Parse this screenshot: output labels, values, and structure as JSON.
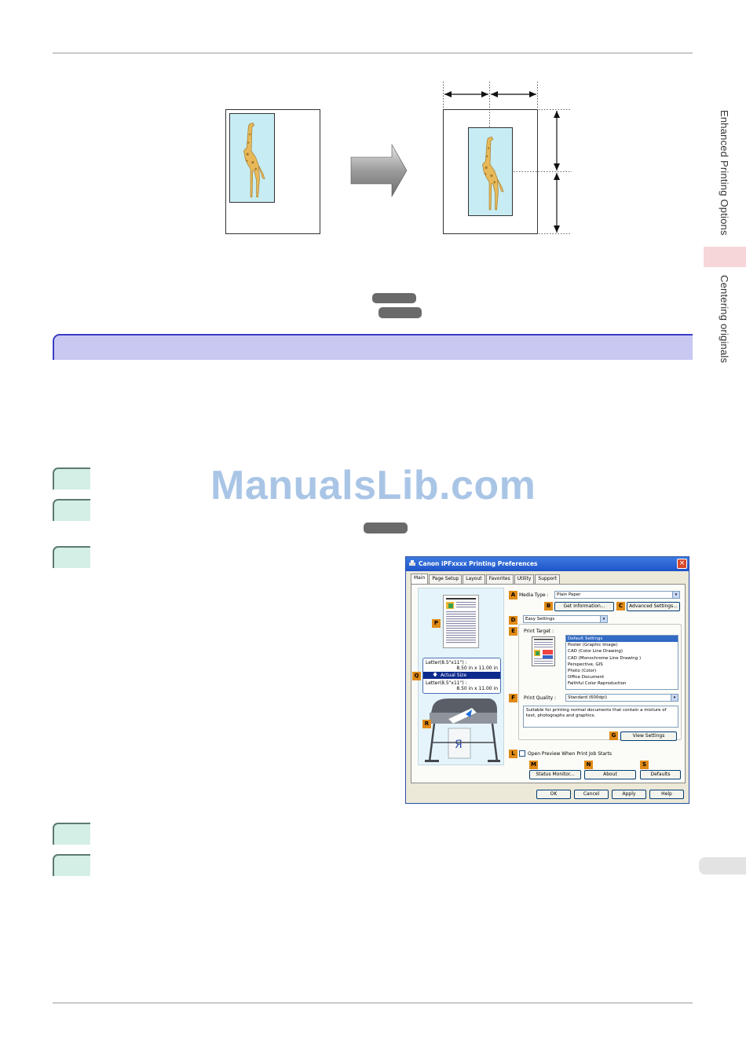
{
  "sidebar": {
    "chapter": "Enhanced Printing Options",
    "section": "Centering originals"
  },
  "figure": {
    "description_arrow": "→"
  },
  "watermark": "ManualsLib.com",
  "dialog": {
    "title": "Canon iPFxxxx Printing Preferences",
    "close": "×",
    "tabs": [
      "Main",
      "Page Setup",
      "Layout",
      "Favorites",
      "Utility",
      "Support"
    ],
    "labels": {
      "A": "A",
      "B": "B",
      "C": "C",
      "D": "D",
      "E": "E",
      "F": "F",
      "G": "G",
      "L": "L",
      "M": "M",
      "N": "N",
      "S": "S",
      "P": "P",
      "Q": "Q",
      "R": "R"
    },
    "media_type_label": "Media Type :",
    "media_type_value": "Plain Paper",
    "get_information": "Get Information...",
    "advanced_settings": "Advanced Settings...",
    "mode_value": "Easy Settings",
    "print_target_label": "Print Target :",
    "print_targets": [
      "Default Settings",
      "Poster (Graphic Image)",
      "CAD (Color Line Drawing)",
      "CAD (Monochrome Line Drawing )",
      "Perspective, GIS",
      "Photo (Color)",
      "Office Document",
      "Faithful Color Reproduction"
    ],
    "print_quality_label": "Print Quality :",
    "print_quality_value": "Standard (600dpi)",
    "description": "Suitable for printing normal documents that contain a mixture of text, photographs and graphics.",
    "view_settings": "View Settings",
    "open_preview": "Open Preview When Print Job Starts",
    "status_monitor": "Status Monitor...",
    "about": "About",
    "defaults": "Defaults",
    "ok": "OK",
    "cancel": "Cancel",
    "apply": "Apply",
    "help": "Help",
    "info_line1": "Letter(8.5\"x11\") :",
    "info_line2": "8.50 in x 11.00 in",
    "info_actual": "Actual Size",
    "info_line3": "Letter(8.5\"x11\") :",
    "info_line4": "8.50 in x 11.00 in"
  },
  "colors": {
    "section_bar": "#c9c8f2",
    "section_border": "#3a3cc4",
    "step_bg": "#d4efe5",
    "side_highlight": "#f6d6d9",
    "watermark": "#a9c5e6",
    "label_orange": "#e08a16"
  }
}
